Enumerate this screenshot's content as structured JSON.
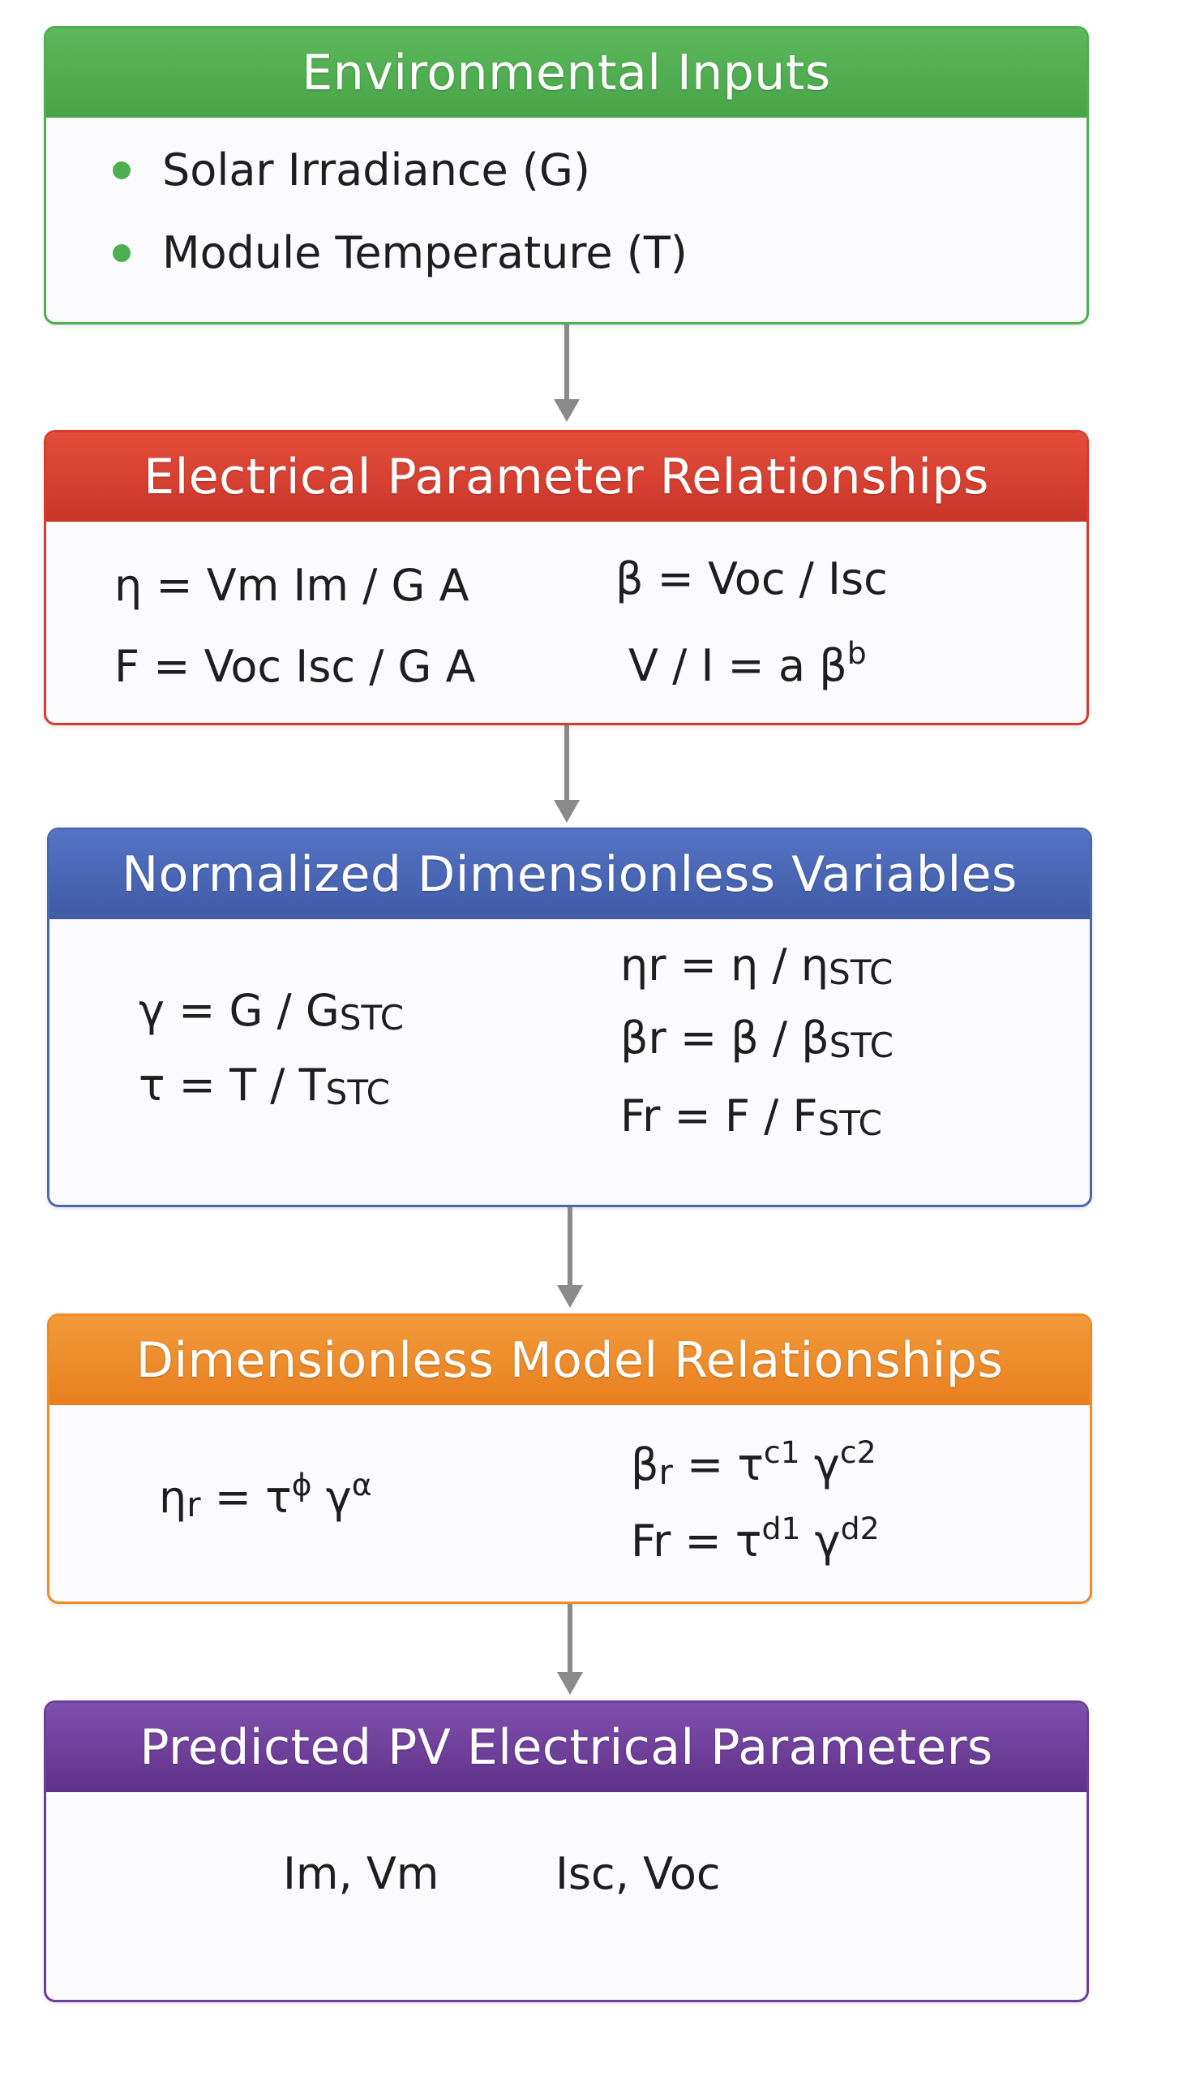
{
  "boxes": {
    "environmental_inputs": {
      "title": "Environmental Inputs",
      "items": [
        "Solar Irradiance (G)",
        "Module Temperature (T)"
      ],
      "color": "#4caf50"
    },
    "electrical_relationships": {
      "title": "Electrical Parameter Relationships",
      "eq_eta": "η = Vm  Im / G A",
      "eq_F": "F = Voc Isc / G A",
      "eq_beta": "β = Voc / Isc",
      "eq_vi_base": "V / I = a β",
      "eq_vi_exp": "b",
      "color": "#d93a2b"
    },
    "normalized_variables": {
      "title": "Normalized Dimensionless Variables",
      "gamma": {
        "lhs": "γ = G / G",
        "sub": "STC"
      },
      "tau": {
        "lhs": "τ = T / T",
        "sub": "STC"
      },
      "eta_r": {
        "lhs": "ηr = η / η",
        "sub": "STC"
      },
      "beta_r": {
        "lhs": "βr = β / β",
        "sub": "STC"
      },
      "F_r": {
        "lhs": "Fr = F / F",
        "sub": "STC"
      },
      "color": "#4a67b3"
    },
    "model_relationships": {
      "title": "Dimensionless Model Relationships",
      "eta_model": {
        "lhs": "η",
        "sub": "r",
        "eq": " = τ",
        "exp1": "ϕ",
        "mid": " γ",
        "exp2": "α"
      },
      "beta_model": {
        "lhs": "β",
        "sub": "r",
        "eq": " = τ",
        "exp1": "c1",
        "mid": " γ",
        "exp2": "c2"
      },
      "F_model": {
        "lhs": "Fr",
        "eq": " = τ",
        "exp1": "d1",
        "mid": " γ",
        "exp2": "d2"
      },
      "color": "#ef8a24"
    },
    "predicted_parameters": {
      "title": "Predicted PV Electrical Parameters",
      "left": "Im, Vm",
      "right": "Isc, Voc",
      "color": "#6c3d99"
    }
  }
}
